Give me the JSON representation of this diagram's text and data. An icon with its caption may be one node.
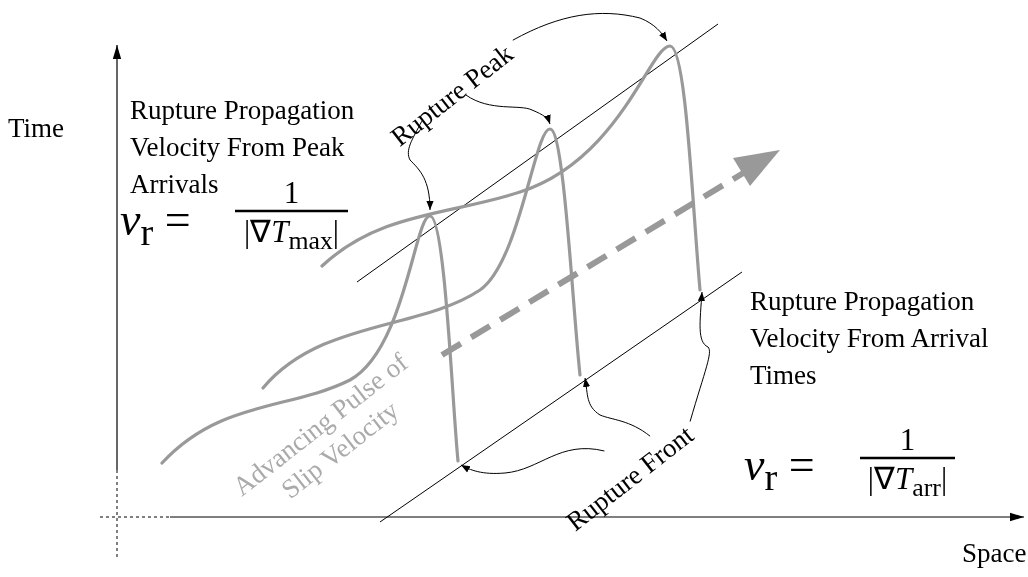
{
  "diagram": {
    "nodes": [
      {
        "text": [
          "Rupture Peak"
        ]
      },
      {
        "text": [
          "Rupture Front"
        ]
      }
    ],
    "edges": [
      {
        "from": 0,
        "to": null,
        "arrow": "to"
      },
      {
        "from": 0,
        "to": null,
        "arrow": "to"
      },
      {
        "from": 0,
        "to": null,
        "arrow": "to"
      },
      {
        "from": 1,
        "to": null,
        "arrow": "to"
      },
      {
        "from": 1,
        "to": null,
        "arrow": "to"
      },
      {
        "from": 1,
        "to": null,
        "arrow": "to"
      }
    ],
    "labels": [
      "Time",
      "Rupture Propagation Velocity From Peak Arrivals",
      "*v*$_{r}$ =",
      "1",
      "|∇*T*$_{max}$|",
      "Rupture Propagation Velocity From Arrival Times",
      "Advancing Pulse of Slip Velocity",
      "*v*$_{r}$ =",
      "1",
      "|∇*T*$_{arr}$|",
      "Space"
    ]
  }
}
